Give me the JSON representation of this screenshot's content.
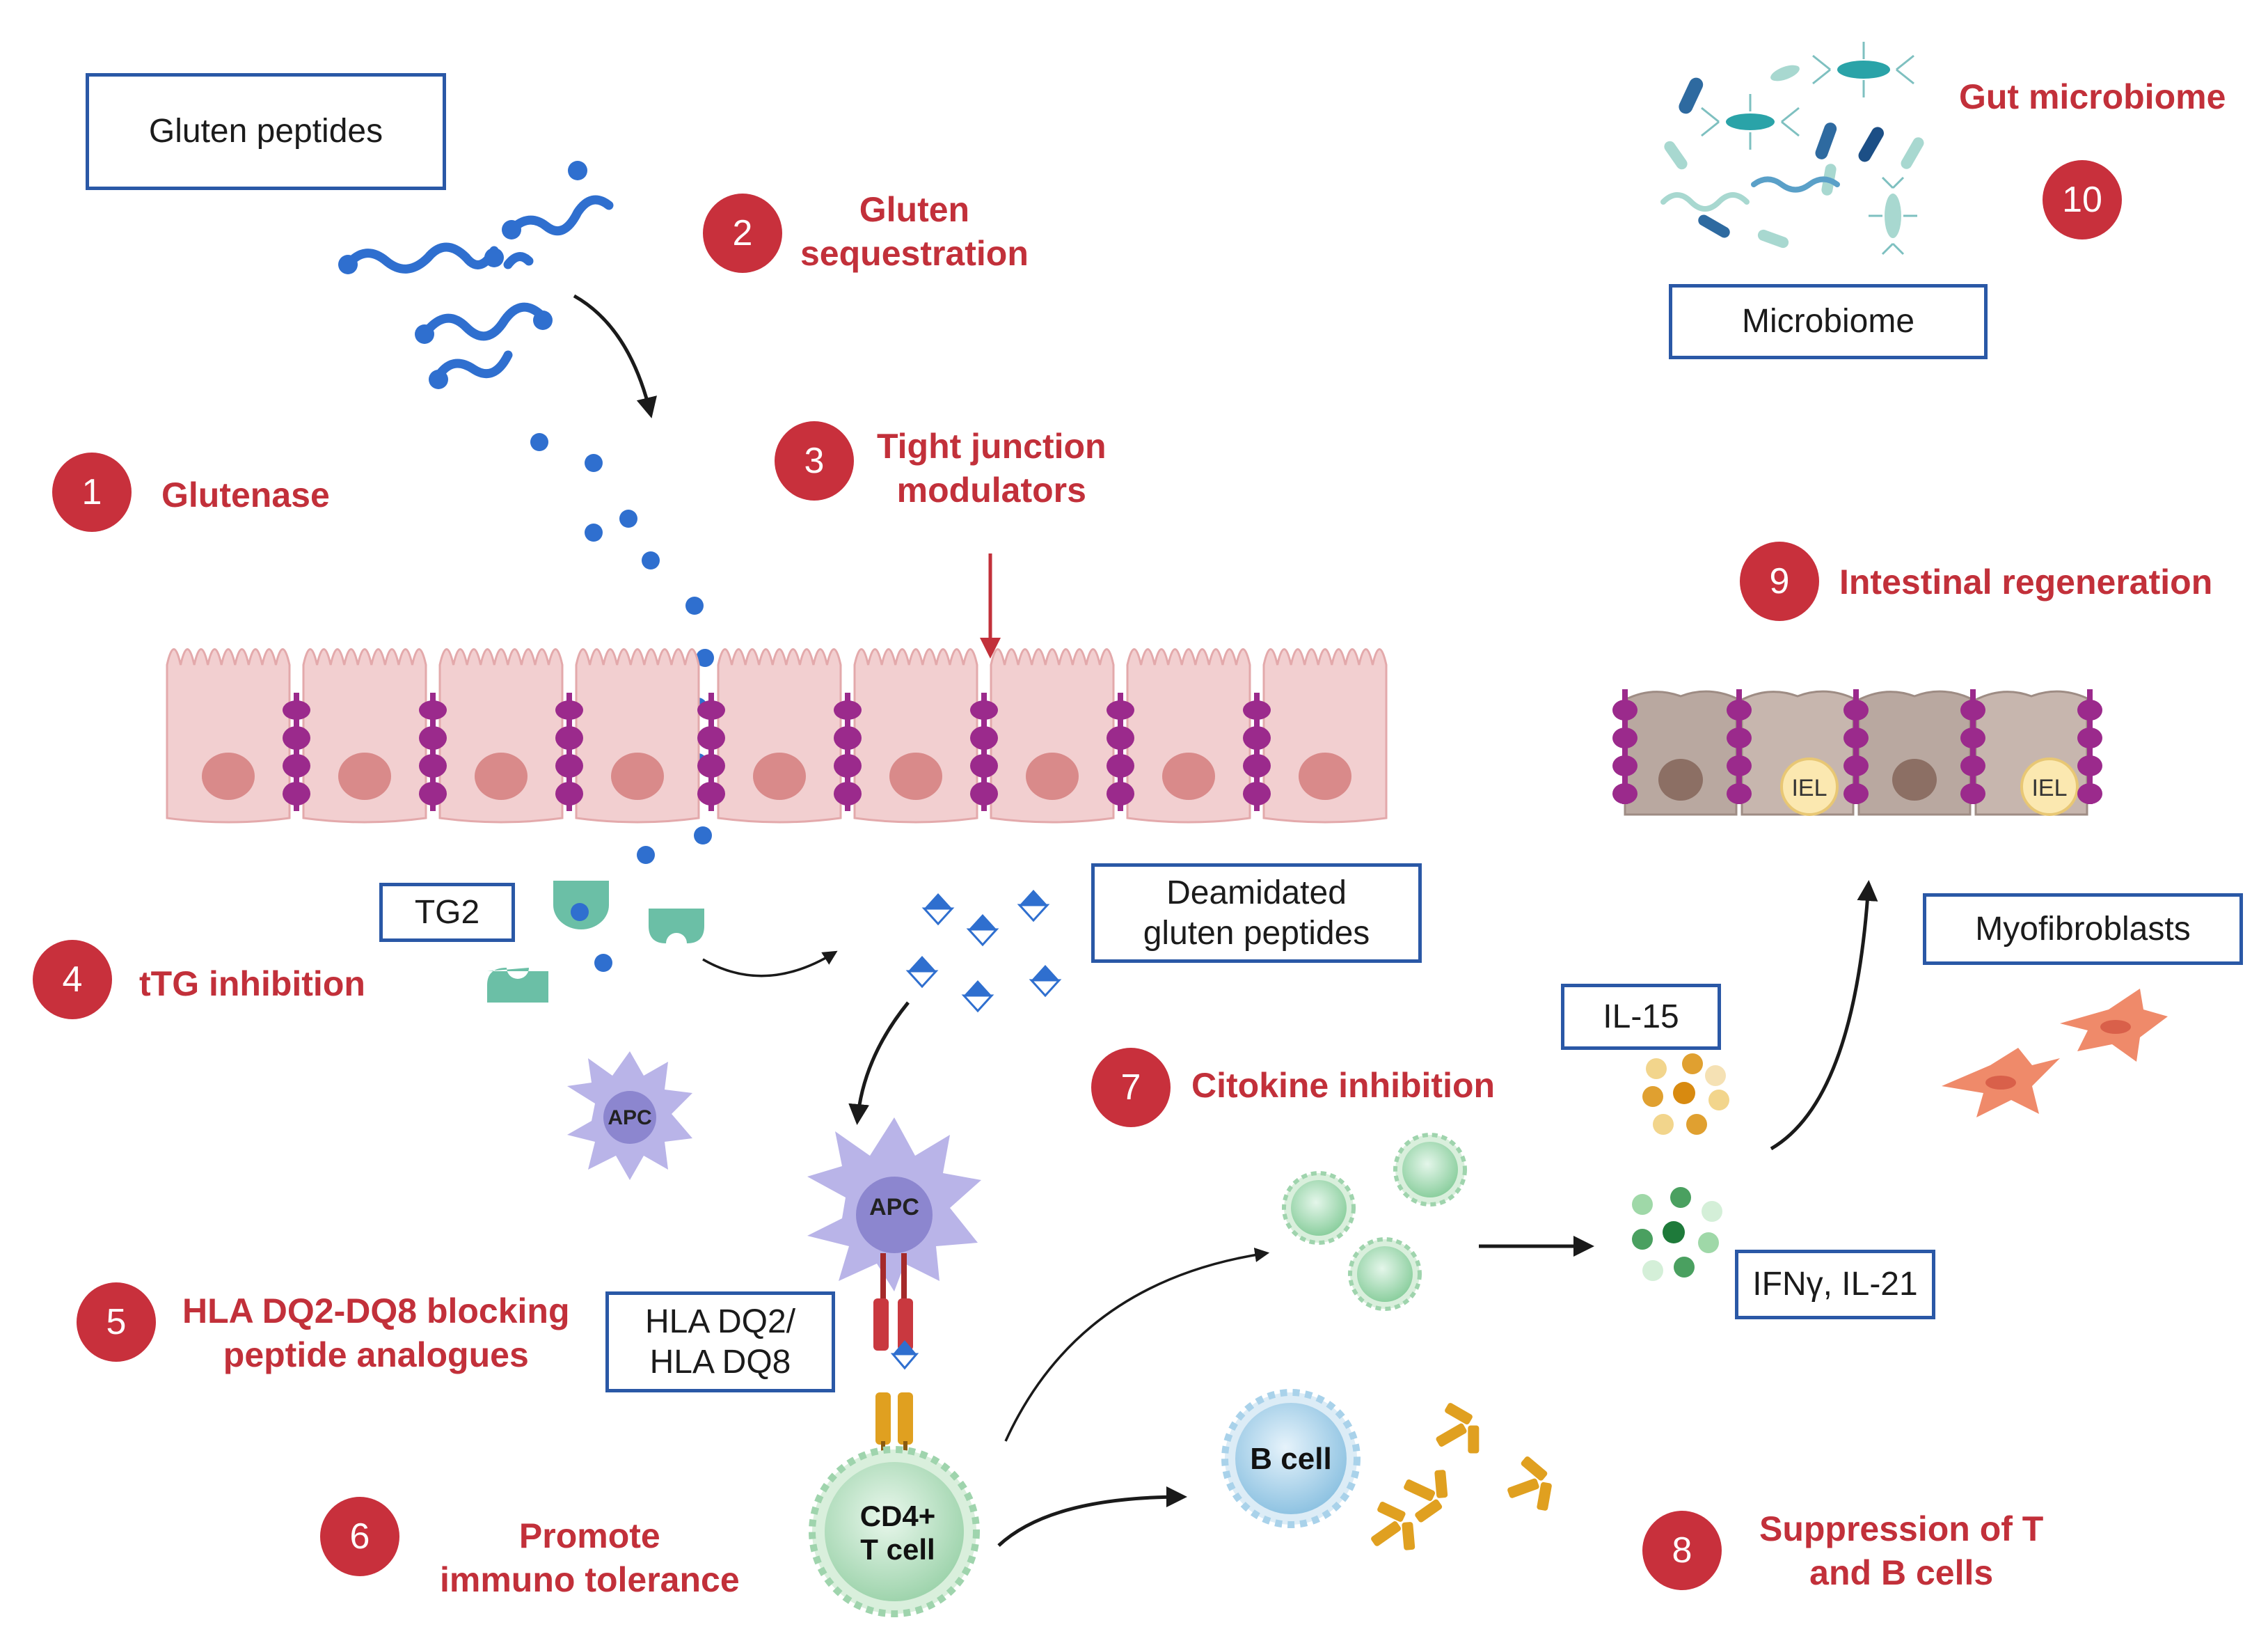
{
  "colors": {
    "accent_red": "#c2303a",
    "badge_red": "#c8303c",
    "box_border": "#2a58a6",
    "gluten_blue": "#2f6fcf",
    "enterocyte_pink": "#f2cfd0",
    "tight_junction_purple": "#9b2a8c",
    "tg2_green": "#6bbfa6",
    "apc_purple": "#a9a6e0",
    "t_cell_green": "#bfe5c9",
    "b_cell_blue": "#a9d2ea",
    "antibody_gold": "#e0a020",
    "myofibroblast_orange": "#ef8a6a"
  },
  "labels": {
    "gluten_peptides": "Gluten peptides",
    "microbiome": "Microbiome",
    "tg2": "TG2",
    "deamidated": "Deamidated\ngluten peptides",
    "hla": "HLA DQ2/\nHLA DQ8",
    "il15": "IL-15",
    "ifn": "IFNγ, IL-21",
    "myofibroblasts": "Myofibroblasts"
  },
  "cell_labels": {
    "apc_small": "APC",
    "apc_main": "APC",
    "cd4_line1": "CD4+",
    "cd4_line2": "T cell",
    "b_cell": "B cell",
    "iel_1": "IEL",
    "iel_2": "IEL"
  },
  "steps": [
    {
      "num": "1",
      "label": "Glutenase"
    },
    {
      "num": "2",
      "label": "Gluten\nsequestration"
    },
    {
      "num": "3",
      "label": "Tight junction\nmodulators"
    },
    {
      "num": "4",
      "label": "tTG inhibition"
    },
    {
      "num": "5",
      "label": "HLA DQ2-DQ8 blocking\npeptide analogues"
    },
    {
      "num": "6",
      "label": "Promote\nimmuno tolerance"
    },
    {
      "num": "7",
      "label": "Citokine inhibition"
    },
    {
      "num": "8",
      "label": "Suppression of T\nand B cells"
    },
    {
      "num": "9",
      "label": "Intestinal regeneration"
    },
    {
      "num": "10",
      "label": "Gut microbiome"
    }
  ]
}
